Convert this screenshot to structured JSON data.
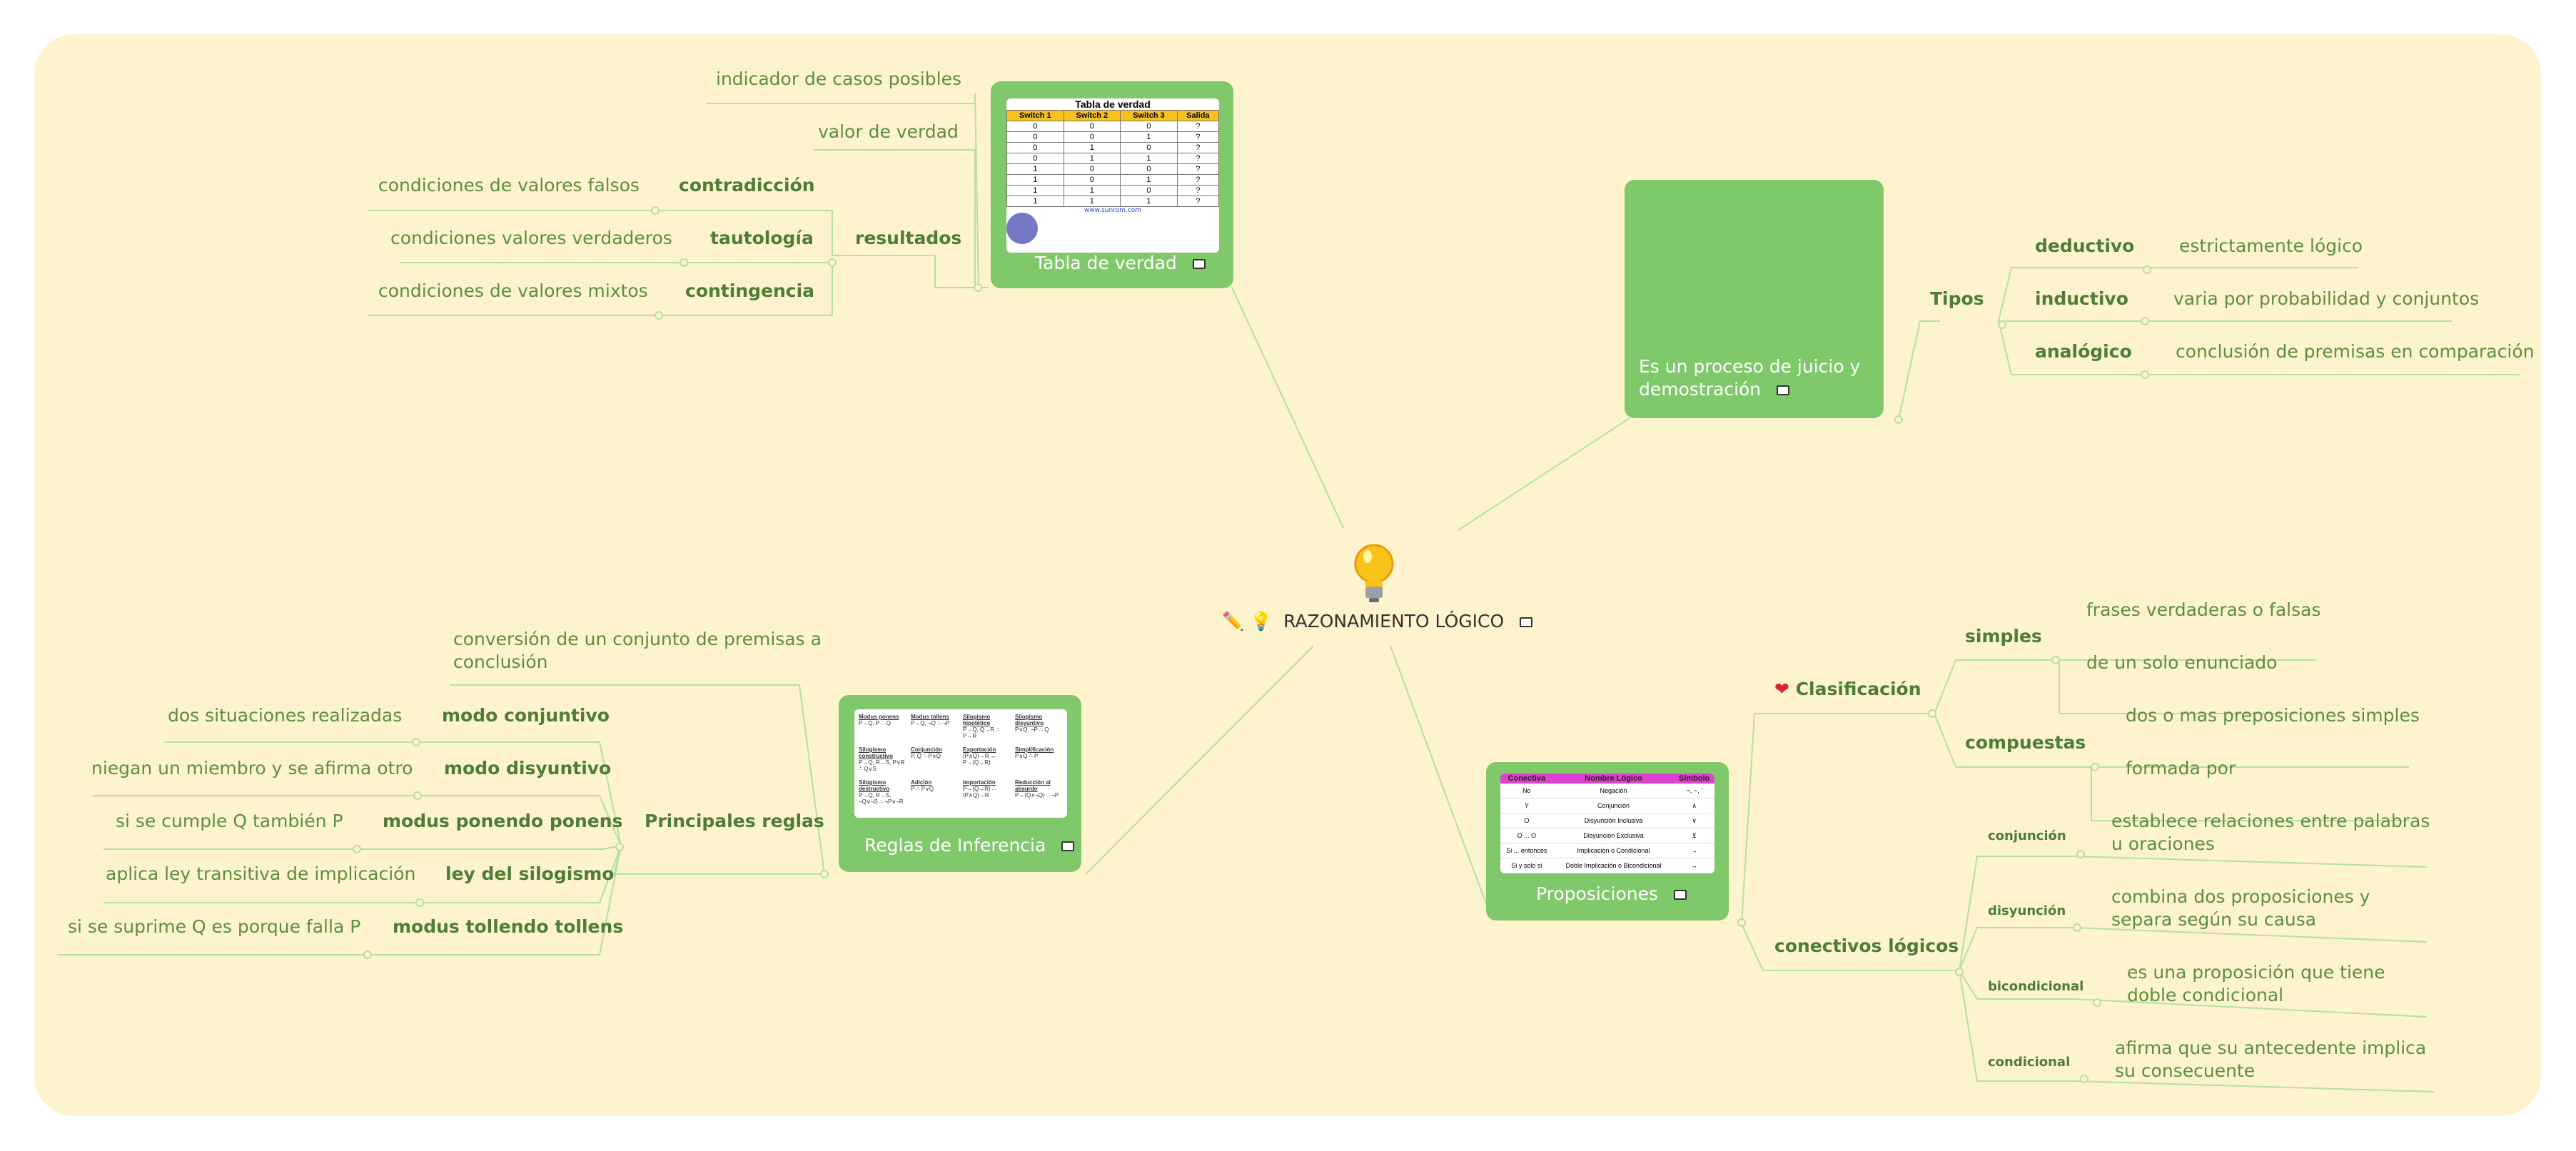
{
  "central": {
    "title": "RAZONAMIENTO LÓGICO",
    "prefix_icons": "✏️ 💡",
    "bulb_icon": "lightbulb-icon"
  },
  "tabla": {
    "card_label": "Tabla de verdad",
    "image": {
      "caption": "Tabla de verdad",
      "headers": [
        "Switch 1",
        "Switch 2",
        "Switch 3",
        "Salida"
      ],
      "rows": [
        [
          "0",
          "0",
          "0",
          "?"
        ],
        [
          "0",
          "0",
          "1",
          "?"
        ],
        [
          "0",
          "1",
          "0",
          "?"
        ],
        [
          "0",
          "1",
          "1",
          "?"
        ],
        [
          "1",
          "0",
          "0",
          "?"
        ],
        [
          "1",
          "0",
          "1",
          "?"
        ],
        [
          "1",
          "1",
          "0",
          "?"
        ],
        [
          "1",
          "1",
          "1",
          "?"
        ]
      ],
      "footer": "www.sunrom.com"
    },
    "children": [
      "indicador de casos posibles",
      "valor de verdad"
    ],
    "resultados": {
      "label": "resultados",
      "items": [
        {
          "label": "contradicción",
          "desc": "condiciones de valores falsos"
        },
        {
          "label": "tautología",
          "desc": "condiciones valores verdaderos"
        },
        {
          "label": "contingencia",
          "desc": "condiciones de valores mixtos"
        }
      ]
    }
  },
  "proceso": {
    "card_label": "Es un proceso de juicio y demostración",
    "tipos": {
      "label": "Tipos",
      "items": [
        {
          "label": "deductivo",
          "desc": "estrictamente lógico"
        },
        {
          "label": "inductivo",
          "desc": "varia por probabilidad y conjuntos"
        },
        {
          "label": "analógico",
          "desc": "conclusión de premisas en comparación"
        }
      ]
    }
  },
  "reglas": {
    "card_label": "Reglas de Inferencia",
    "image": {
      "cells": [
        {
          "t": "Modus ponens",
          "f": "P→Q, P ∴ Q"
        },
        {
          "t": "Modus tollens",
          "f": "P→Q, ¬Q ∴ ¬P"
        },
        {
          "t": "Silogismo hipotético",
          "f": "P→Q, Q→R ∴ P→R"
        },
        {
          "t": "Silogismo disyuntivo",
          "f": "P∨Q, ¬P ∴ Q"
        },
        {
          "t": "Silogismo constructivo",
          "f": "P→Q, R→S, P∨R ∴ Q∨S"
        },
        {
          "t": "Conjunción",
          "f": "P, Q ∴ P∧Q"
        },
        {
          "t": "Exportación",
          "f": "(P∧Q)→R ↔ P→(Q→R)"
        },
        {
          "t": "Simplificación",
          "f": "P∧Q ∴ P"
        },
        {
          "t": "Silogismo destructivo",
          "f": "P→Q, R→S, ¬Q∨¬S ∴ ¬P∨¬R"
        },
        {
          "t": "Adición",
          "f": "P ∴ P∨Q"
        },
        {
          "t": "Importación",
          "f": "P→(Q→R) ∴ (P∧Q)→R"
        },
        {
          "t": "Reducción al absurdo",
          "f": "P→(Q∧¬Q) ∴ ¬P"
        }
      ]
    },
    "conversion": "conversión de un conjunto de premisas a conclusión",
    "principales": {
      "label": "Principales reglas",
      "items": [
        {
          "label": "modo conjuntivo",
          "desc": "dos situaciones realizadas"
        },
        {
          "label": "modo disyuntivo",
          "desc": "niegan un miembro y se afirma otro"
        },
        {
          "label": "modus ponendo ponens",
          "desc": "si se cumple Q también P"
        },
        {
          "label": "ley del silogismo",
          "desc": "aplica ley transitiva de implicación"
        },
        {
          "label": "modus tollendo tollens",
          "desc": "si se suprime Q es porque falla P"
        }
      ]
    }
  },
  "proposiciones": {
    "card_label": "Proposiciones",
    "image": {
      "headers": [
        "Conectiva",
        "Nombre Lógico",
        "Símbolo"
      ],
      "rows": [
        [
          "No",
          "Negación",
          "¬, ~, '"
        ],
        [
          "Y",
          "Conjunción",
          "∧"
        ],
        [
          "O",
          "Disyunción Inclusiva",
          "∨"
        ],
        [
          "O ... O",
          "Disyunción Exclusiva",
          "⊻"
        ],
        [
          "Si ... entonces",
          "Implicación o Condicional",
          "→"
        ],
        [
          "Si y solo si",
          "Doble Implicación o Bicondicional",
          "↔"
        ]
      ]
    },
    "clasificacion": {
      "label": "Clasificación",
      "icon": "heart-icon",
      "simples": {
        "label": "simples",
        "items": [
          "frases verdaderas o falsas",
          "de un solo enunciado"
        ]
      },
      "compuestas": {
        "label": "compuestas",
        "items": [
          "dos o mas preposiciones simples",
          "formada por"
        ]
      }
    },
    "conectivos": {
      "label": "conectivos lógicos",
      "items": [
        {
          "label": "conjunción",
          "desc": "establece relaciones entre palabras u oraciones"
        },
        {
          "label": "disyunción",
          "desc": "combina dos proposiciones y separa según su causa"
        },
        {
          "label": "bicondicional",
          "desc": "es una proposición que tiene doble condicional"
        },
        {
          "label": "condicional",
          "desc": "afirma que su antecedente implica su consecuente"
        }
      ]
    }
  },
  "colors": {
    "background": "#fdf3cd",
    "card": "#80c96b",
    "line": "#b6e0a0",
    "text": "#5d8f3f"
  }
}
